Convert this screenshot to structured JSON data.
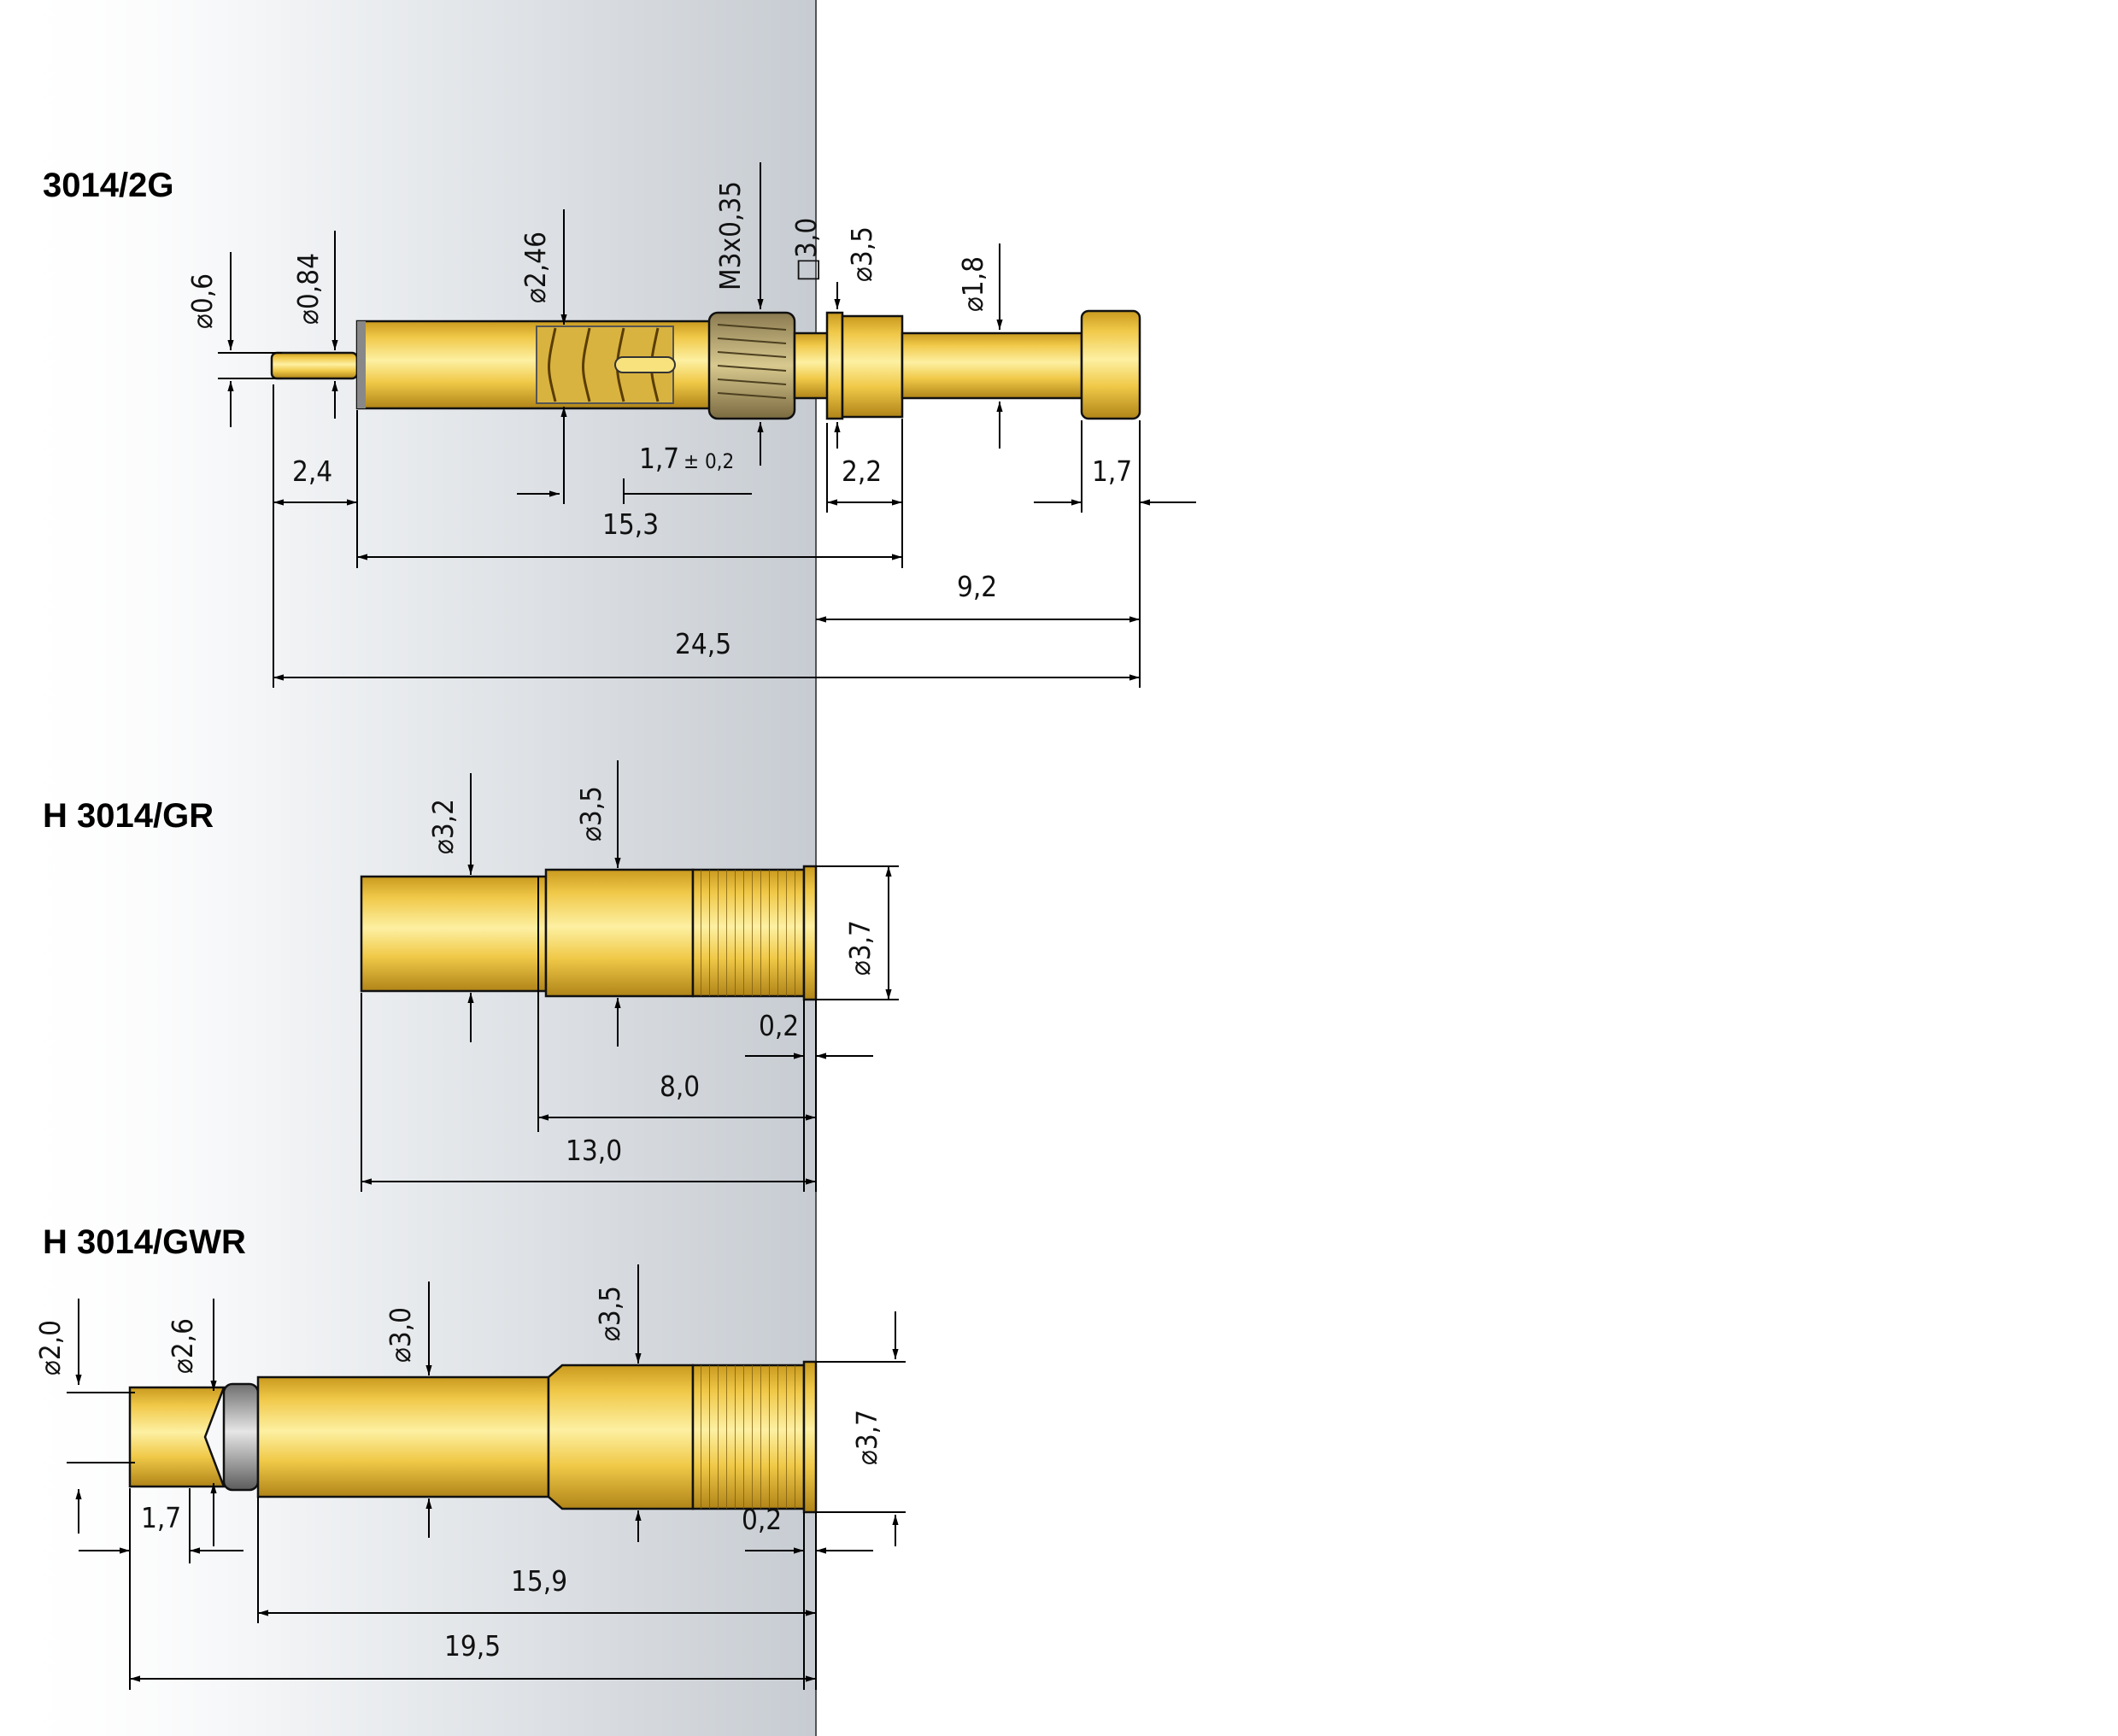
{
  "parts": [
    {
      "name": "3014/2G",
      "dims": {
        "d_tip": "⌀0,6",
        "d_tip2": "⌀0,84",
        "d_spring": "⌀2,46",
        "thread": "M3x0,35",
        "square": "□3,0",
        "d_collar": "⌀3,5",
        "d_pin": "⌀1,8",
        "tip_len": "2,4",
        "stroke": "1,7",
        "stroke_tol": "± 0,2",
        "body_len": "15,3",
        "collar_len": "2,2",
        "head_len": "1,7",
        "front_len": "9,2",
        "total_len": "24,5"
      }
    },
    {
      "name": "H 3014/GR",
      "dims": {
        "d1": "⌀3,2",
        "d2": "⌀3,5",
        "d3": "⌀3,7",
        "gap": "0,2",
        "len1": "8,0",
        "len2": "13,0"
      }
    },
    {
      "name": "H 3014/GWR",
      "dims": {
        "d_cup": "⌀2,0",
        "d_cup2": "⌀2,6",
        "d1": "⌀3,0",
        "d2": "⌀3,5",
        "d3": "⌀3,7",
        "cup_len": "1,7",
        "gap": "0,2",
        "len1": "15,9",
        "len2": "19,5"
      }
    }
  ],
  "colors": {
    "gold_light": "#f7e27e",
    "gold_mid": "#e3b93a",
    "gold_dark": "#b8861c",
    "panel_gray": "#c9ced4",
    "insulator": "#9a9a9a"
  }
}
